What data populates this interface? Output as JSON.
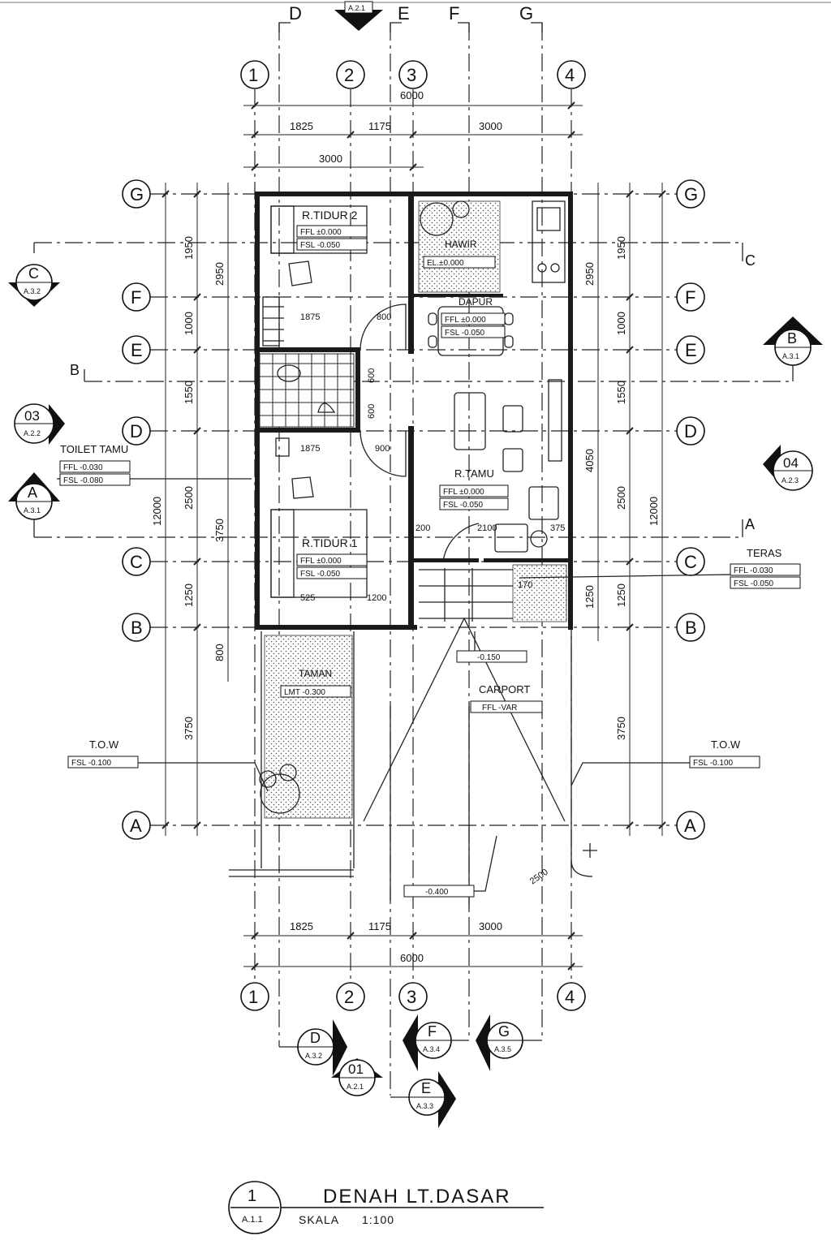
{
  "drawing": {
    "title": "DENAH LT.DASAR",
    "title_number": "1",
    "title_sheet_ref": "A.1.1",
    "scale_label": "SKALA",
    "scale_value": "1:100"
  },
  "grid_labels": {
    "vertical": [
      "1",
      "2",
      "3",
      "4"
    ],
    "horizontal": [
      "G",
      "F",
      "E",
      "D",
      "C",
      "B",
      "A"
    ],
    "top_section_letters": [
      "D",
      "E",
      "F",
      "G"
    ]
  },
  "dimensions": {
    "top_total": "6000",
    "top_segments": [
      "1825",
      "1175",
      "3000"
    ],
    "top_sub": "3000",
    "bottom_total": "6000",
    "bottom_segments": [
      "1825",
      "1175",
      "3000"
    ],
    "left_segments": [
      "1950",
      "1000",
      "1550",
      "2500",
      "1250",
      "3750"
    ],
    "left_group": [
      "2950",
      "3750"
    ],
    "left_total": "12000",
    "right_segments": [
      "1950",
      "1000",
      "1550",
      "2500",
      "1250",
      "3750"
    ],
    "right_group": [
      "2950",
      "4050"
    ],
    "right_total": "12000",
    "interior": [
      "1875",
      "800",
      "600",
      "600",
      "1875",
      "900",
      "2100",
      "200",
      "375",
      "525",
      "1200",
      "170",
      "800",
      "1250",
      "2500"
    ]
  },
  "rooms": {
    "r_tidur_2": {
      "name": "R.TIDUR 2",
      "ffl": "FFL ±0.000",
      "fsl": "FSL -0.050"
    },
    "hawir": {
      "name": "HAWIR",
      "elev": "EL.±0.000"
    },
    "dapur": {
      "name": "DAPUR",
      "ffl": "FFL ±0.000",
      "fsl": "FSL -0.050"
    },
    "toilet_tamu": {
      "name": "TOILET TAMU",
      "ffl": "FFL -0.030",
      "fsl": "FSL -0.080"
    },
    "r_tamu": {
      "name": "R.TAMU",
      "ffl": "FFL ±0.000",
      "fsl": "FSL -0.050"
    },
    "r_tidur_1": {
      "name": "R.TIDUR 1",
      "ffl": "FFL ±0.000",
      "fsl": "FSL -0.050"
    },
    "teras": {
      "name": "TERAS",
      "ffl": "FFL -0.030",
      "fsl": "FSL -0.050"
    },
    "taman": {
      "name": "TAMAN",
      "elev": "LMT -0.300"
    },
    "carport": {
      "name": "CARPORT",
      "ffl": "FFL -VAR"
    },
    "tow_left": {
      "name": "T.O.W",
      "fsl": "FSL -0.100"
    },
    "tow_right": {
      "name": "T.O.W",
      "fsl": "FSL -0.100"
    },
    "spot_1": "-0.150",
    "spot_2": "-0.400",
    "gate_width": "2500"
  },
  "section_markers": {
    "C": {
      "letter": "C",
      "sheet": "A.3.2"
    },
    "B": {
      "letter": "B",
      "sheet": "A.3.1"
    },
    "A": {
      "letter": "A",
      "sheet": "A.3.1"
    },
    "ref_03": {
      "letter": "03",
      "sheet": "A.2.2"
    },
    "ref_04": {
      "letter": "04",
      "sheet": "A.2.3"
    },
    "top_ref": {
      "sheet": "A.2.1"
    },
    "bot_D": {
      "letter": "D",
      "sheet": "A.3.2"
    },
    "bot_01": {
      "letter": "01",
      "sheet": "A.2.1"
    },
    "bot_F": {
      "letter": "F",
      "sheet": "A.3.4"
    },
    "bot_G": {
      "letter": "G",
      "sheet": "A.3.5"
    },
    "bot_E": {
      "letter": "E",
      "sheet": "A.3.3"
    },
    "cut_B_label": "B",
    "cut_C_label": "C",
    "cut_A_label": "A"
  }
}
